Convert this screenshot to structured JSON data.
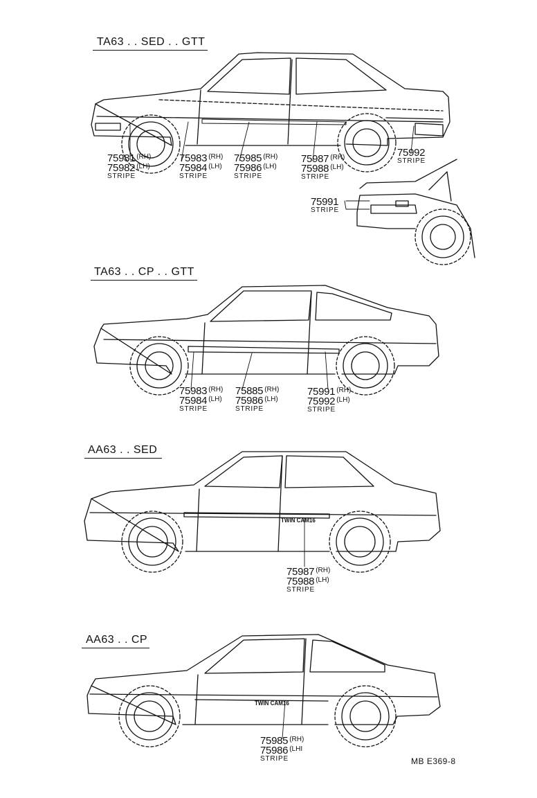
{
  "sections": [
    {
      "title": "TA63 . . SED . . GTT",
      "callouts": [
        {
          "rh": "75981",
          "rh_tag": "(RH)",
          "lh": "75982",
          "lh_tag": "(LH)",
          "label": "STRIPE"
        },
        {
          "rh": "75983",
          "rh_tag": "(RH)",
          "lh": "75984",
          "lh_tag": "(LH)",
          "label": "STRIPE"
        },
        {
          "rh": "75985",
          "rh_tag": "(RH)",
          "lh": "75986",
          "lh_tag": "(LH)",
          "label": "STRIPE"
        },
        {
          "rh": "75987",
          "rh_tag": "(RH)",
          "lh": "75988",
          "lh_tag": "(LH)",
          "label": "STRIPE"
        },
        {
          "num": "75992",
          "label": "STRIPE"
        },
        {
          "num": "75991",
          "label": "STRIPE"
        }
      ]
    },
    {
      "title": "TA63 . . CP . . GTT",
      "callouts": [
        {
          "rh": "75983",
          "rh_tag": "(RH)",
          "lh": "75984",
          "lh_tag": "(LH)",
          "label": "STRIPE"
        },
        {
          "rh": "75885",
          "rh_tag": "(RH)",
          "lh": "75986",
          "lh_tag": "(LH)",
          "label": "STRIPE"
        },
        {
          "rh": "75991",
          "rh_tag": "(RH)",
          "lh": "75992",
          "lh_tag": "(LH)",
          "label": "STRIPE"
        }
      ]
    },
    {
      "title": "AA63 . . SED",
      "badge": "TWIN CAM16",
      "callouts": [
        {
          "rh": "75987",
          "rh_tag": "(RH)",
          "lh": "75988",
          "lh_tag": "(LH)",
          "label": "STRIPE"
        }
      ]
    },
    {
      "title": "AA63 . . CP",
      "badge": "TWIN CAM16",
      "callouts": [
        {
          "rh": "75985",
          "rh_tag": "(RH)",
          "lh": "75986",
          "lh_tag": "(LHI",
          "label": "STRIPE"
        }
      ]
    }
  ],
  "footer": "MB  E369-8"
}
